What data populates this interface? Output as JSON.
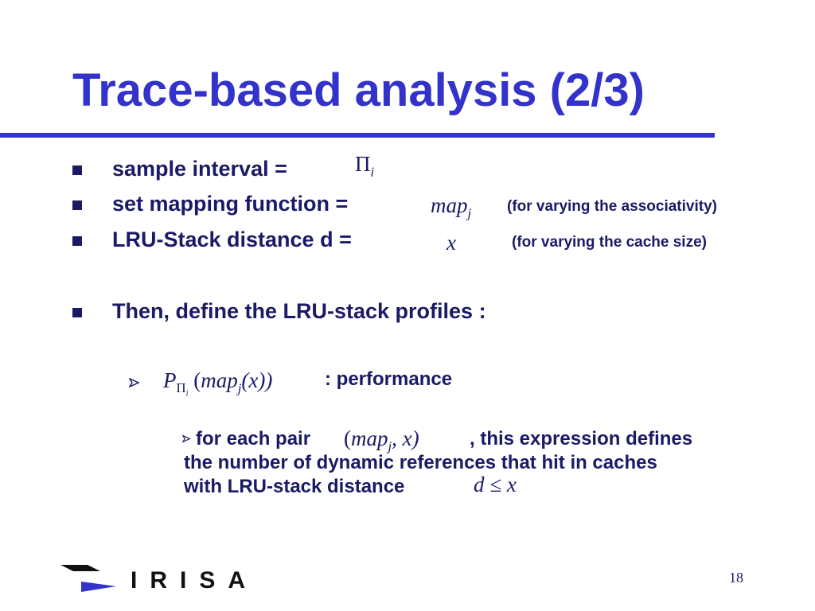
{
  "title": "Trace-based analysis (2/3)",
  "bullets": [
    {
      "label": "sample interval ="
    },
    {
      "label": "set mapping function =",
      "note": "(for varying the associativity)"
    },
    {
      "label": "LRU-Stack distance d =",
      "note": "(for varying the cache size)"
    },
    {
      "label": "Then, define the LRU-stack profiles :"
    }
  ],
  "math": {
    "pi": "Π",
    "pi_sub": "i",
    "map": "map",
    "map_sub": "j",
    "x": "x",
    "profile_P": "P",
    "profile_paren_open": "(",
    "profile_map": "map",
    "profile_arg": "(x))",
    "pair_open": "(",
    "pair_map": "map",
    "pair_rest": ", x)",
    "d_le_x": "d ≤ x"
  },
  "sub_bullet": {
    "suffix": ": performance"
  },
  "sub_sub_bullet": {
    "prefix": "for each pair",
    "line1_suffix": ", this expression defines",
    "line2": "the number of dynamic references that hit in caches",
    "line3": "with LRU-stack distance"
  },
  "logo": {
    "text": "IRISA"
  },
  "page_number": "18",
  "colors": {
    "title": "#3333cc",
    "text": "#1a1a66",
    "logo_dark": "#111111",
    "logo_accent": "#3333cc"
  },
  "icons": [
    "bullet-square-icon",
    "arrow-bullet-icon",
    "irisa-logo"
  ]
}
